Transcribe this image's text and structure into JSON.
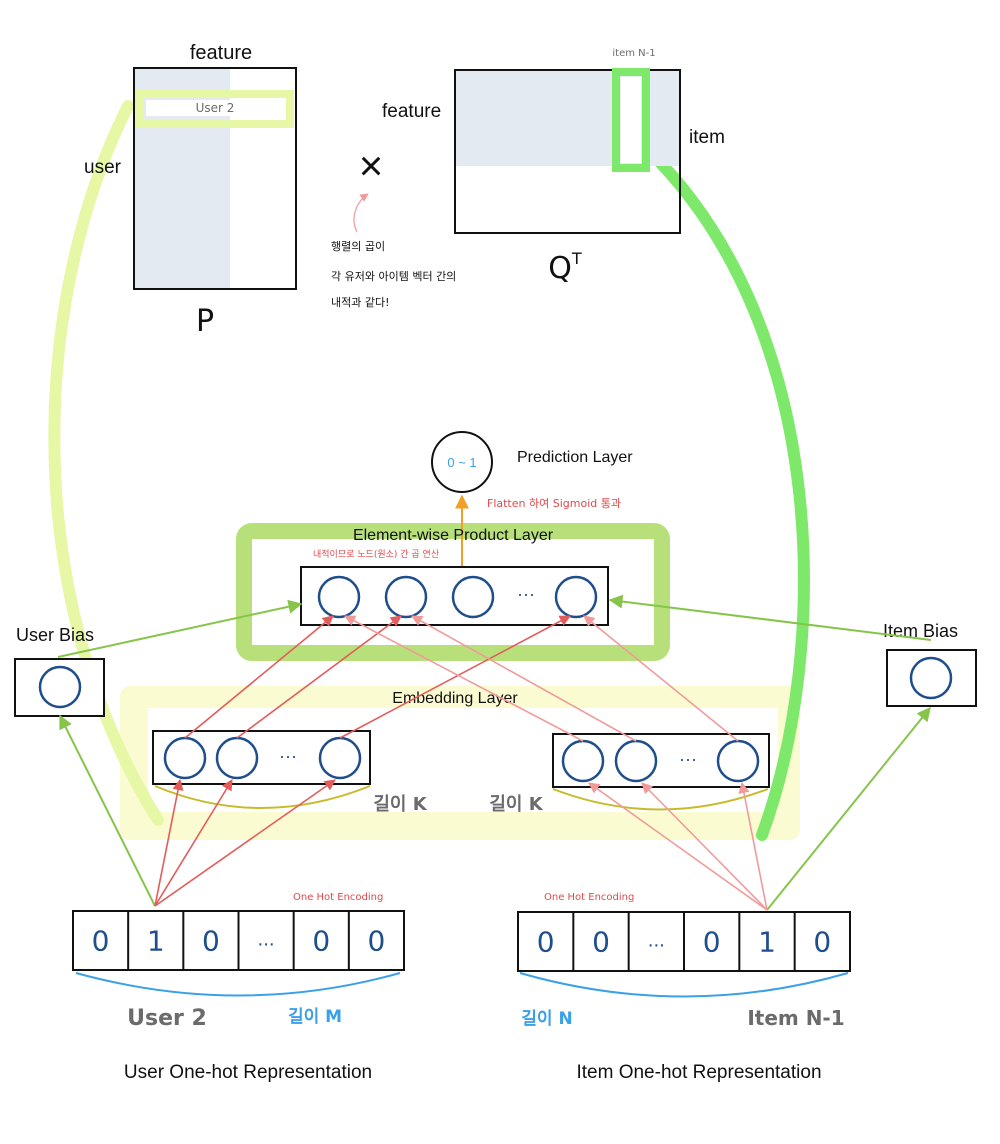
{
  "colors": {
    "navy": "#1f4e8c",
    "lime_light": "#e6f7a6",
    "green_bright": "#7ee86a",
    "green_box": "#b7e07a",
    "yellow_box": "#fbfbd1",
    "red_arrow": "#e35b5b",
    "pink_arrow": "#f19a9a",
    "orange_arrow": "#f0a028",
    "green_arrow": "#86c44a",
    "blue_text": "#3aa0e8",
    "red_text": "#e0484b",
    "gray_text": "#6b6b6b",
    "pale_blue": "#e4eaf2"
  },
  "matrix_p": {
    "title_top": "feature",
    "label_left": "user",
    "row_label": "User 2",
    "label_bottom": "P"
  },
  "matrix_q": {
    "label_top": "item N-1",
    "label_left": "feature",
    "label_right": "item",
    "label_bottom": "Q",
    "label_bottom_sup": "T"
  },
  "multiply_sign": "×",
  "matrix_note": [
    "행렬의 곱이",
    "각 유저와 아이템 벡터 간의",
    "내적과 같다!"
  ],
  "prediction": {
    "node_text": "0 ~ 1",
    "label": "Prediction Layer",
    "flatten_note": "Flatten 하여 Sigmoid 통과"
  },
  "product_layer": {
    "label": "Element-wise Product Layer",
    "note": "내적이므로 노드(원소) 간 곱 연산",
    "ellipsis": "···"
  },
  "embedding_layer": {
    "label": "Embedding Layer",
    "ellipsis": "···",
    "user_length": "길이 K",
    "item_length": "길이 K"
  },
  "user_bias": {
    "label": "User Bias"
  },
  "item_bias": {
    "label": "Item Bias"
  },
  "user_onehot": {
    "cells": [
      "0",
      "1",
      "0",
      "···",
      "0",
      "0"
    ],
    "encoding_note": "One Hot Encoding",
    "id_label": "User 2",
    "length_label": "길이 M",
    "caption": "User One-hot Representation"
  },
  "item_onehot": {
    "cells": [
      "0",
      "0",
      "···",
      "0",
      "1",
      "0"
    ],
    "encoding_note": "One Hot Encoding",
    "length_label": "길이 N",
    "id_label": "Item N-1",
    "caption": "Item One-hot Representation"
  }
}
